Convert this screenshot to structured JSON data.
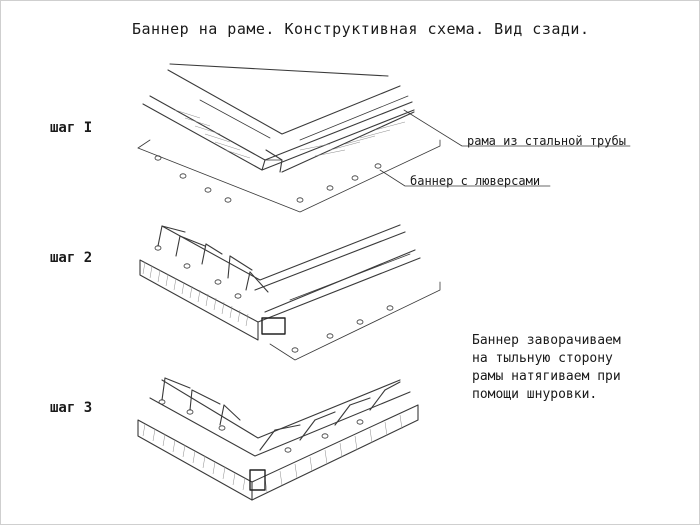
{
  "title": "Баннер на раме. Конструктивная схема. Вид сзади.",
  "steps": {
    "step1": "шаг I",
    "step2": "шаг 2",
    "step3": "шаг 3"
  },
  "callouts": {
    "frame": "рама из стальной трубы",
    "banner": "баннер с люверсами"
  },
  "note": {
    "line1": "Баннер заворачиваем",
    "line2": "на тыльную сторону",
    "line3": "рамы натягиваем при",
    "line4": "помощи шнуровки."
  }
}
